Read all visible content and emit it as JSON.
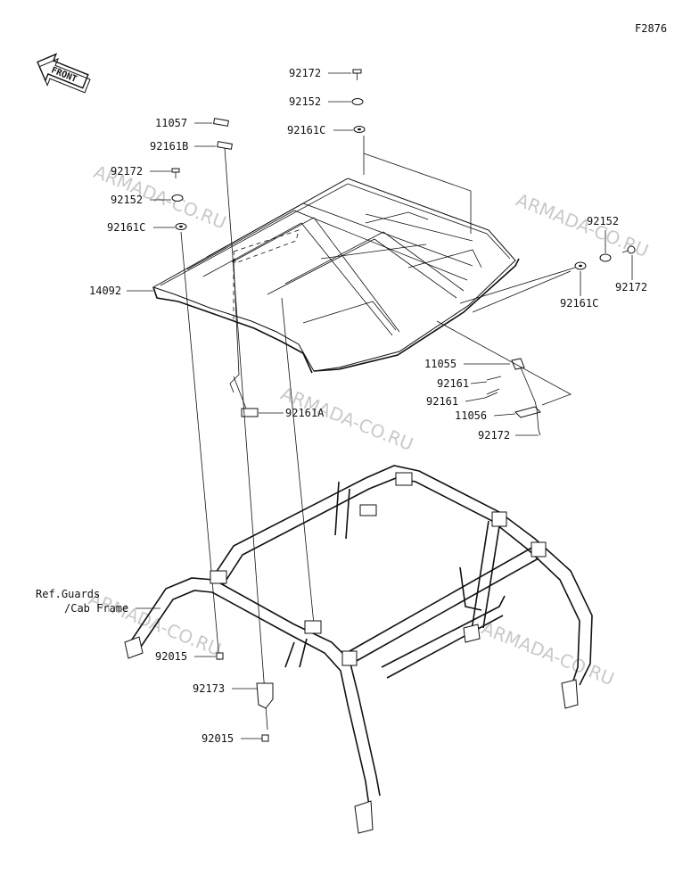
{
  "figure_code": "F2876",
  "front_badge": "FRONT",
  "watermark": "ARMADA-CO.RU",
  "ref_note": {
    "line1": "Ref.Guards",
    "line2": "/Cab Frame"
  },
  "callouts": [
    "92172",
    "92152",
    "92161C",
    "11057",
    "92161B",
    "92172",
    "92152",
    "92161C",
    "14092",
    "92152",
    "92172",
    "92161C",
    "11055",
    "92161",
    "92161",
    "11056",
    "92172",
    "92161A",
    "92015",
    "92173",
    "92015"
  ]
}
